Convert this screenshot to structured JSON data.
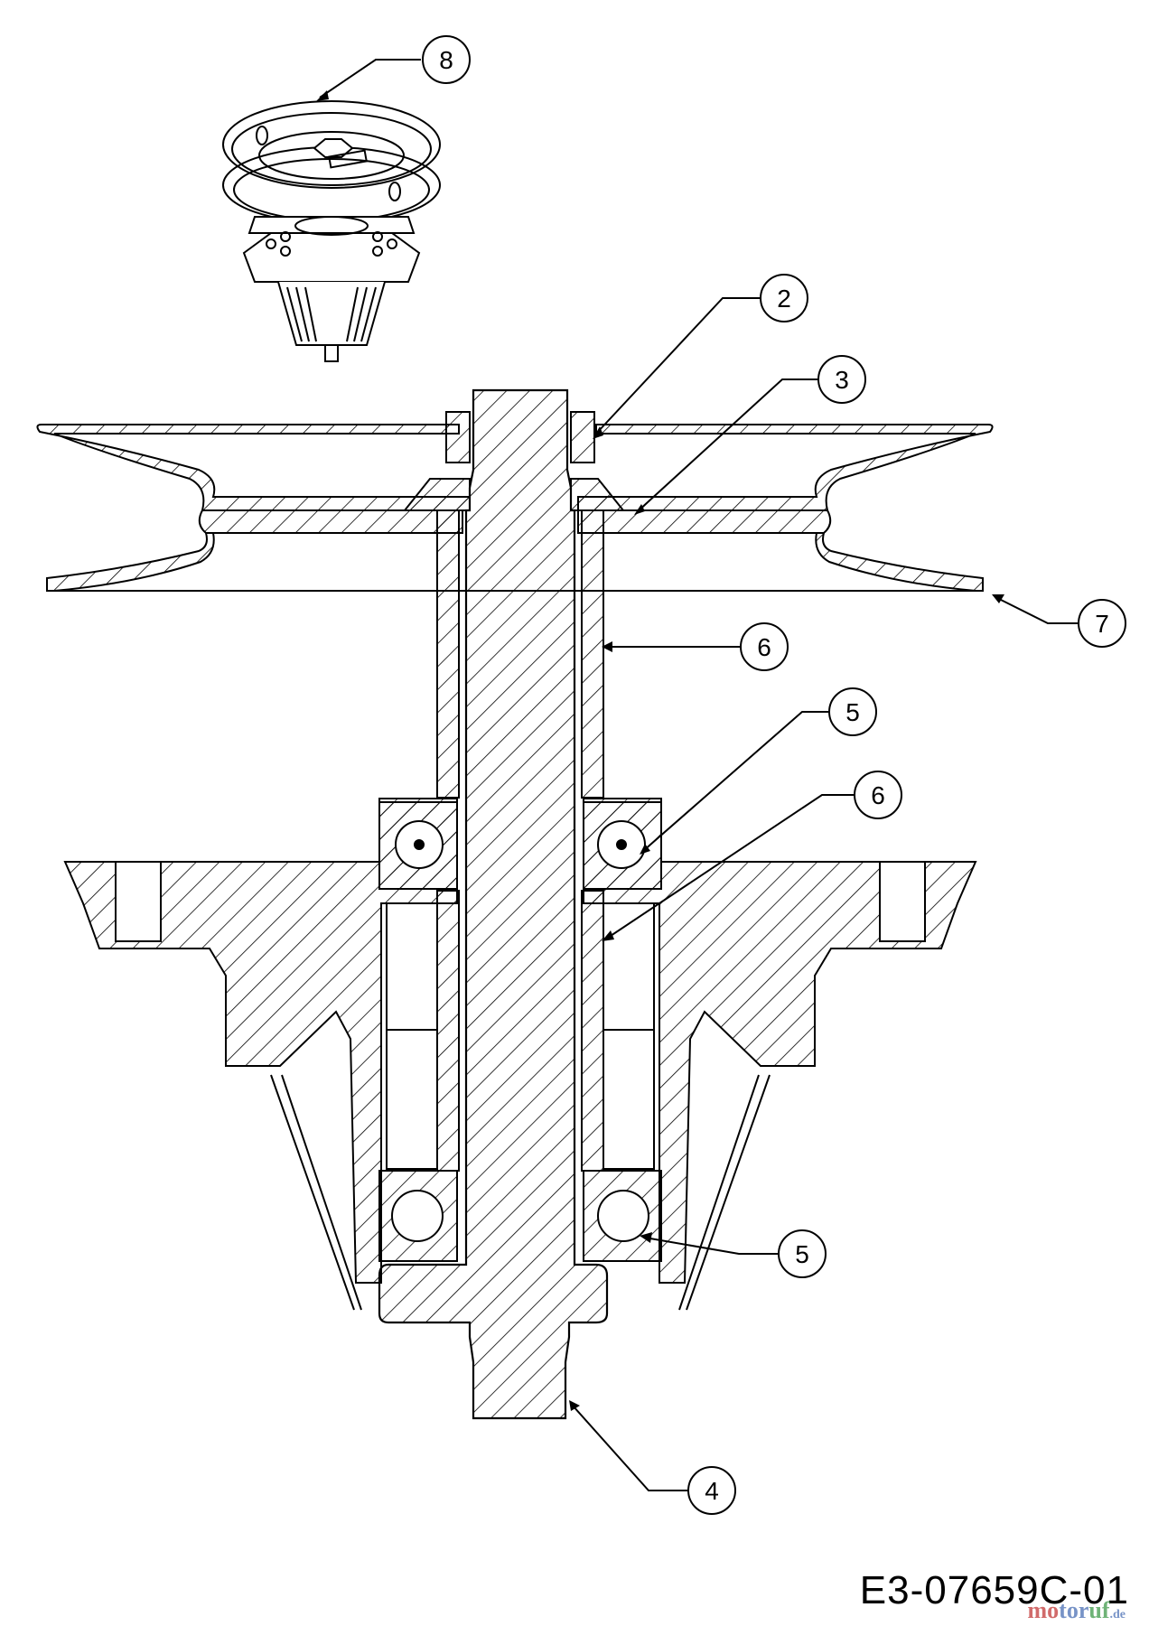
{
  "diagram": {
    "callouts": [
      {
        "id": "8",
        "label": "8"
      },
      {
        "id": "2",
        "label": "2"
      },
      {
        "id": "3",
        "label": "3"
      },
      {
        "id": "7",
        "label": "7"
      },
      {
        "id": "6a",
        "label": "6"
      },
      {
        "id": "5a",
        "label": "5"
      },
      {
        "id": "6b",
        "label": "6"
      },
      {
        "id": "5b",
        "label": "5"
      },
      {
        "id": "4",
        "label": "4"
      }
    ],
    "drawing_code": "E3-07659C-01",
    "watermark": {
      "a": "mo",
      "b": "tor",
      "c": "uf",
      "suffix": ".de"
    },
    "colors": {
      "line": "#000000",
      "background": "#ffffff"
    }
  }
}
